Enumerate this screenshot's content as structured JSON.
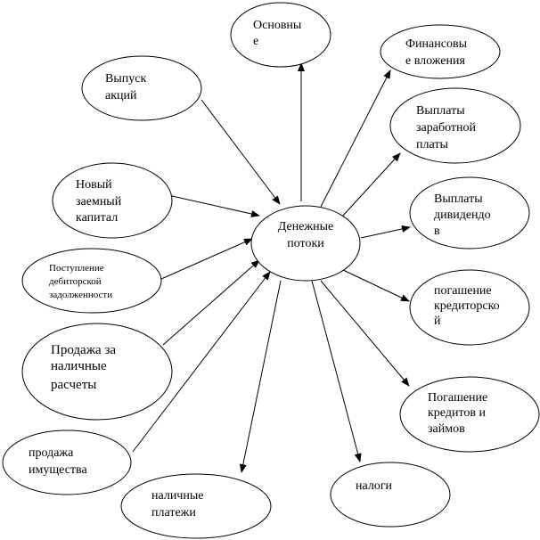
{
  "center": {
    "lines": [
      "Денежные",
      "потоки"
    ]
  },
  "inflows": [
    {
      "id": "share-issue",
      "lines": [
        "Выпуск",
        "акций"
      ]
    },
    {
      "id": "new-borrowed-capital",
      "lines": [
        "Новый",
        "заемный",
        "капитал"
      ]
    },
    {
      "id": "receivables-collection",
      "lines": [
        "Поступление",
        "дебиторской",
        "задолженности"
      ]
    },
    {
      "id": "cash-sales",
      "lines": [
        "Продажа за",
        "наличные",
        "расчеты"
      ]
    },
    {
      "id": "asset-sale",
      "lines": [
        "продажа",
        "имущества"
      ]
    }
  ],
  "outflows": [
    {
      "id": "fixed-assets",
      "lines": [
        "Основны",
        "е"
      ]
    },
    {
      "id": "financial-investments",
      "lines": [
        "Финансовы",
        "е вложения"
      ]
    },
    {
      "id": "wage-payments",
      "lines": [
        "Выплаты",
        "заработной",
        "платы"
      ]
    },
    {
      "id": "dividend-payments",
      "lines": [
        "Выплаты",
        "дивидендо",
        "в"
      ]
    },
    {
      "id": "payables-repayment",
      "lines": [
        "погашение",
        "кредиторско",
        "й"
      ]
    },
    {
      "id": "loan-repayment",
      "lines": [
        "Погашение",
        "кредитов и",
        "займов"
      ]
    },
    {
      "id": "taxes",
      "lines": [
        "налоги"
      ]
    },
    {
      "id": "cash-payments",
      "lines": [
        "наличные",
        "платежи"
      ]
    }
  ]
}
